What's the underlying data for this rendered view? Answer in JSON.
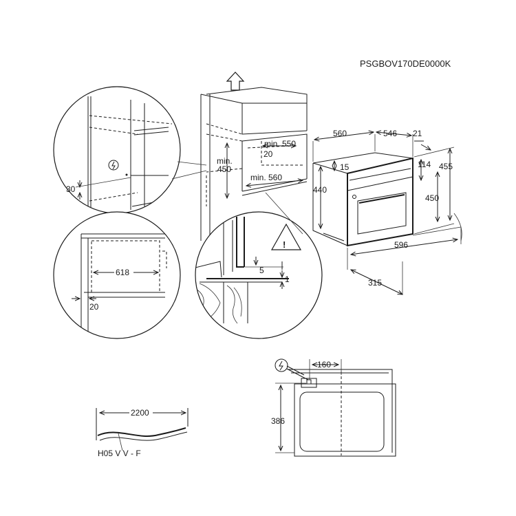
{
  "model_code": "PSGBOV170DE0000K",
  "dimensions": {
    "oven_width": "560",
    "oven_depth": "546",
    "front_offset": "21",
    "front_height": "15",
    "door_offset": "114",
    "total_height": "455",
    "body_height": "440",
    "door_height": "450",
    "front_width": "596",
    "depth_315": "315",
    "niche_depth_min": "min. 550",
    "niche_gap": "20",
    "niche_height_min_prefix": "min.",
    "niche_height_min_value": "450",
    "niche_width_min": "min. 560",
    "socket_height": "30",
    "inner_width": "618",
    "side_gap": "20",
    "ledge_5": "5",
    "ledge_1": "1",
    "cable_length": "2200",
    "cable_type": "H05 V V - F",
    "socket_offset": "160",
    "socket_height_back": "386"
  }
}
